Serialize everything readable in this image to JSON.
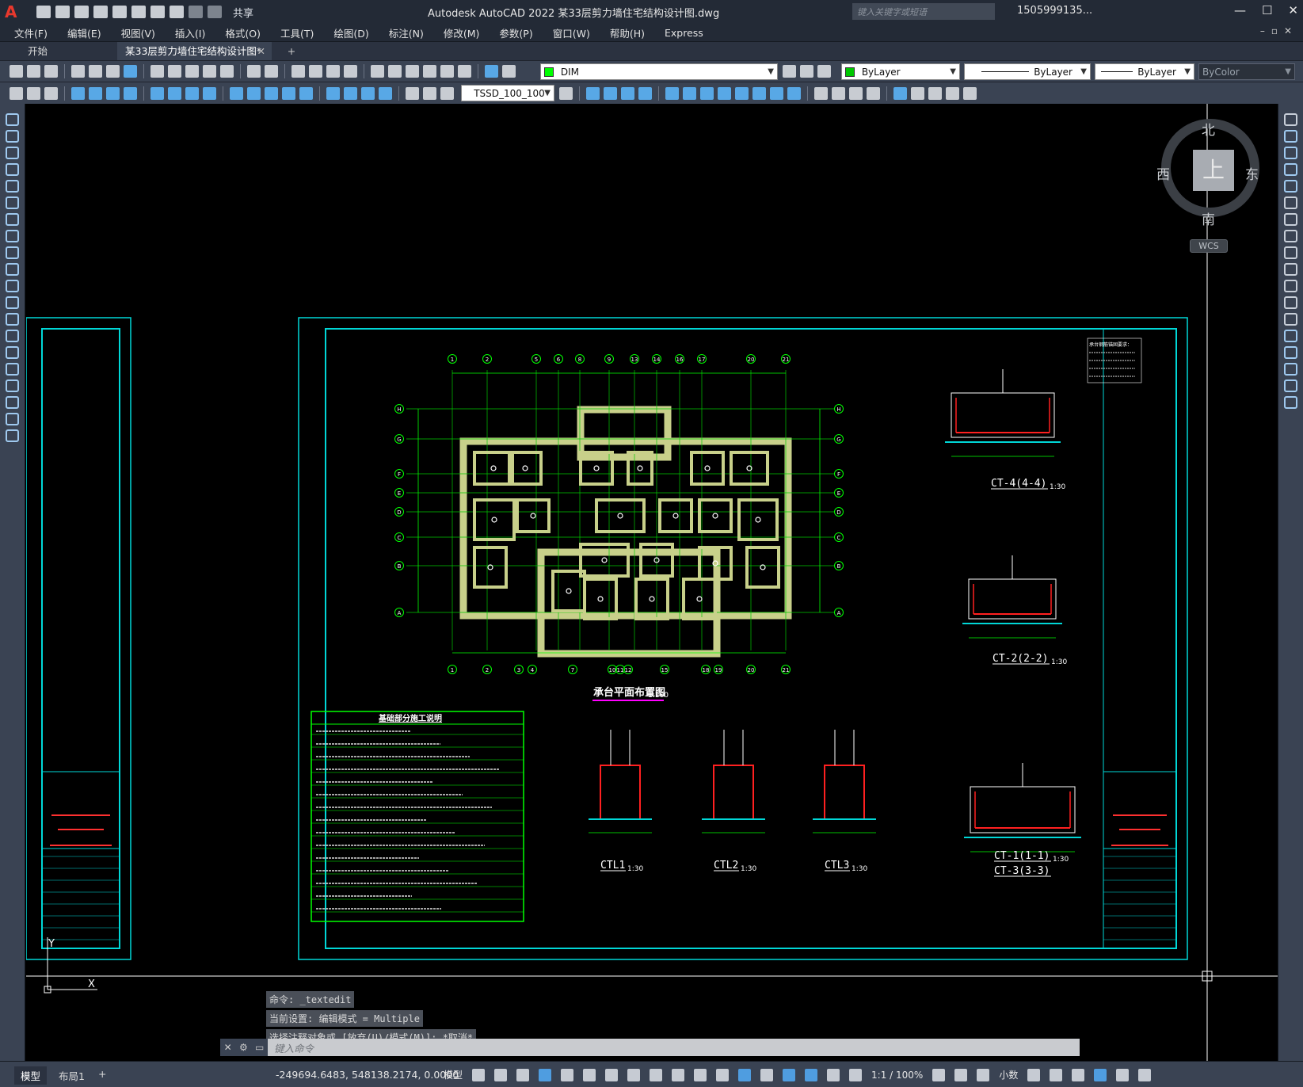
{
  "app": {
    "title": "Autodesk AutoCAD 2022    某33层剪力墙住宅结构设计图.dwg",
    "share_label": "共享",
    "search_placeholder": "键入关键字或短语",
    "user": "1505999135...",
    "minimize": "—",
    "restore": "☐",
    "close": "✕"
  },
  "menu": {
    "items": [
      "文件(F)",
      "编辑(E)",
      "视图(V)",
      "插入(I)",
      "格式(O)",
      "工具(T)",
      "绘图(D)",
      "标注(N)",
      "修改(M)",
      "参数(P)",
      "窗口(W)",
      "帮助(H)",
      "Express"
    ]
  },
  "tabs": {
    "start": "开始",
    "drawing": "某33层剪力墙住宅结构设计图*",
    "close_glyph": "✕",
    "add_glyph": "+"
  },
  "toolbar": {
    "layer": "DIM",
    "text_style": "TSSD_100_100",
    "color": "ByLayer",
    "linetype": "ByLayer",
    "lineweight": "ByLayer",
    "plotstyle": "ByColor",
    "color_swatch": "#00c800",
    "layer_swatch": "#00ff00"
  },
  "viewcube": {
    "north": "北",
    "south": "南",
    "east": "东",
    "west": "西",
    "face": "上",
    "wcs": "WCS"
  },
  "drawing": {
    "plan_title": "承台平面布置图",
    "plan_scale": "1:100",
    "notes_title": "基础部分施工说明",
    "right_note_title": "承台钢筋锚固要求：",
    "section_labels": [
      {
        "name": "CT-4(4-4)",
        "scale": "1:30"
      },
      {
        "name": "CT-2(2-2)",
        "scale": "1:30"
      },
      {
        "name": "CTL1",
        "scale": "1:30"
      },
      {
        "name": "CTL2",
        "scale": "1:30"
      },
      {
        "name": "CTL3",
        "scale": "1:30"
      },
      {
        "name": "CT-1(1-1)",
        "scale": "1:30"
      },
      {
        "name": "CT-3(3-3)",
        "scale": ""
      }
    ],
    "axis_top": [
      "1",
      "2",
      "5",
      "6",
      "8",
      "9",
      "13",
      "14",
      "16",
      "17",
      "20",
      "21"
    ],
    "axis_bottom": [
      "1",
      "2",
      "3",
      "4",
      "7",
      "10",
      "11",
      "12",
      "15",
      "18",
      "19",
      "20",
      "21"
    ],
    "axis_side": [
      "H",
      "G",
      "F",
      "E",
      "D",
      "C",
      "B",
      "A"
    ],
    "axis_x": "X",
    "axis_y": "Y"
  },
  "command": {
    "history": [
      "命令: _textedit",
      "当前设置: 编辑模式 = Multiple",
      "选择注释对象或 [放弃(U)/模式(M)]: *取消*"
    ],
    "placeholder": "键入命令"
  },
  "status": {
    "model_tab": "模型",
    "layout_tab": "布局1",
    "add_tab": "+",
    "coordinates": "-249694.6483, 548138.2174, 0.0000",
    "space": "模型",
    "annotation_scale": "1:1 / 100%",
    "units": "小数"
  }
}
